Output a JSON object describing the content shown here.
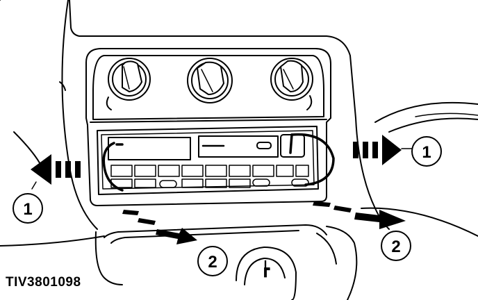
{
  "figure": {
    "reference_id": "TIV3801098",
    "callouts": [
      {
        "id": "callout-1-left",
        "label": "1"
      },
      {
        "id": "callout-1-right",
        "label": "1"
      },
      {
        "id": "callout-2-left",
        "label": "2"
      },
      {
        "id": "callout-2-right",
        "label": "2"
      }
    ],
    "shift_symbol": "┢"
  },
  "colors": {
    "ink": "#000000",
    "paper": "#ffffff"
  }
}
